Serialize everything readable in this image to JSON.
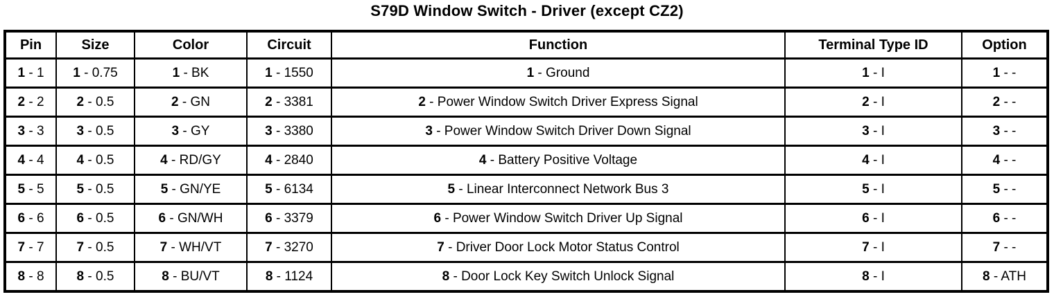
{
  "title": "S79D Window Switch - Driver (except CZ2)",
  "colors": {
    "text": "#000000",
    "background": "#ffffff",
    "border": "#000000"
  },
  "table": {
    "columns": [
      {
        "key": "pin",
        "label": "Pin"
      },
      {
        "key": "size",
        "label": "Size"
      },
      {
        "key": "color",
        "label": "Color"
      },
      {
        "key": "circuit",
        "label": "Circuit"
      },
      {
        "key": "function",
        "label": "Function"
      },
      {
        "key": "terminal_type_id",
        "label": "Terminal Type ID"
      },
      {
        "key": "option",
        "label": "Option"
      }
    ],
    "separator": " - ",
    "rows": [
      {
        "pin": {
          "num": "1",
          "val": "1"
        },
        "size": {
          "num": "1",
          "val": "0.75"
        },
        "color": {
          "num": "1",
          "val": "BK"
        },
        "circuit": {
          "num": "1",
          "val": "1550"
        },
        "function": {
          "num": "1",
          "val": "Ground"
        },
        "terminal_type_id": {
          "num": "1",
          "val": "I"
        },
        "option": {
          "num": "1",
          "val": "-"
        }
      },
      {
        "pin": {
          "num": "2",
          "val": "2"
        },
        "size": {
          "num": "2",
          "val": "0.5"
        },
        "color": {
          "num": "2",
          "val": "GN"
        },
        "circuit": {
          "num": "2",
          "val": "3381"
        },
        "function": {
          "num": "2",
          "val": "Power Window Switch Driver Express Signal"
        },
        "terminal_type_id": {
          "num": "2",
          "val": "I"
        },
        "option": {
          "num": "2",
          "val": "-"
        }
      },
      {
        "pin": {
          "num": "3",
          "val": "3"
        },
        "size": {
          "num": "3",
          "val": "0.5"
        },
        "color": {
          "num": "3",
          "val": "GY"
        },
        "circuit": {
          "num": "3",
          "val": "3380"
        },
        "function": {
          "num": "3",
          "val": "Power Window Switch Driver Down Signal"
        },
        "terminal_type_id": {
          "num": "3",
          "val": "I"
        },
        "option": {
          "num": "3",
          "val": "-"
        }
      },
      {
        "pin": {
          "num": "4",
          "val": "4"
        },
        "size": {
          "num": "4",
          "val": "0.5"
        },
        "color": {
          "num": "4",
          "val": "RD/GY"
        },
        "circuit": {
          "num": "4",
          "val": "2840"
        },
        "function": {
          "num": "4",
          "val": "Battery Positive Voltage"
        },
        "terminal_type_id": {
          "num": "4",
          "val": "I"
        },
        "option": {
          "num": "4",
          "val": "-"
        }
      },
      {
        "pin": {
          "num": "5",
          "val": "5"
        },
        "size": {
          "num": "5",
          "val": "0.5"
        },
        "color": {
          "num": "5",
          "val": "GN/YE"
        },
        "circuit": {
          "num": "5",
          "val": "6134"
        },
        "function": {
          "num": "5",
          "val": "Linear Interconnect Network Bus 3"
        },
        "terminal_type_id": {
          "num": "5",
          "val": "I"
        },
        "option": {
          "num": "5",
          "val": "-"
        }
      },
      {
        "pin": {
          "num": "6",
          "val": "6"
        },
        "size": {
          "num": "6",
          "val": "0.5"
        },
        "color": {
          "num": "6",
          "val": "GN/WH"
        },
        "circuit": {
          "num": "6",
          "val": "3379"
        },
        "function": {
          "num": "6",
          "val": "Power Window Switch Driver Up Signal"
        },
        "terminal_type_id": {
          "num": "6",
          "val": "I"
        },
        "option": {
          "num": "6",
          "val": "-"
        }
      },
      {
        "pin": {
          "num": "7",
          "val": "7"
        },
        "size": {
          "num": "7",
          "val": "0.5"
        },
        "color": {
          "num": "7",
          "val": "WH/VT"
        },
        "circuit": {
          "num": "7",
          "val": "3270"
        },
        "function": {
          "num": "7",
          "val": "Driver Door Lock Motor Status Control"
        },
        "terminal_type_id": {
          "num": "7",
          "val": "I"
        },
        "option": {
          "num": "7",
          "val": "-"
        }
      },
      {
        "pin": {
          "num": "8",
          "val": "8"
        },
        "size": {
          "num": "8",
          "val": "0.5"
        },
        "color": {
          "num": "8",
          "val": "BU/VT"
        },
        "circuit": {
          "num": "8",
          "val": "1124"
        },
        "function": {
          "num": "8",
          "val": "Door Lock Key Switch Unlock Signal"
        },
        "terminal_type_id": {
          "num": "8",
          "val": "I"
        },
        "option": {
          "num": "8",
          "val": "ATH"
        }
      }
    ]
  }
}
